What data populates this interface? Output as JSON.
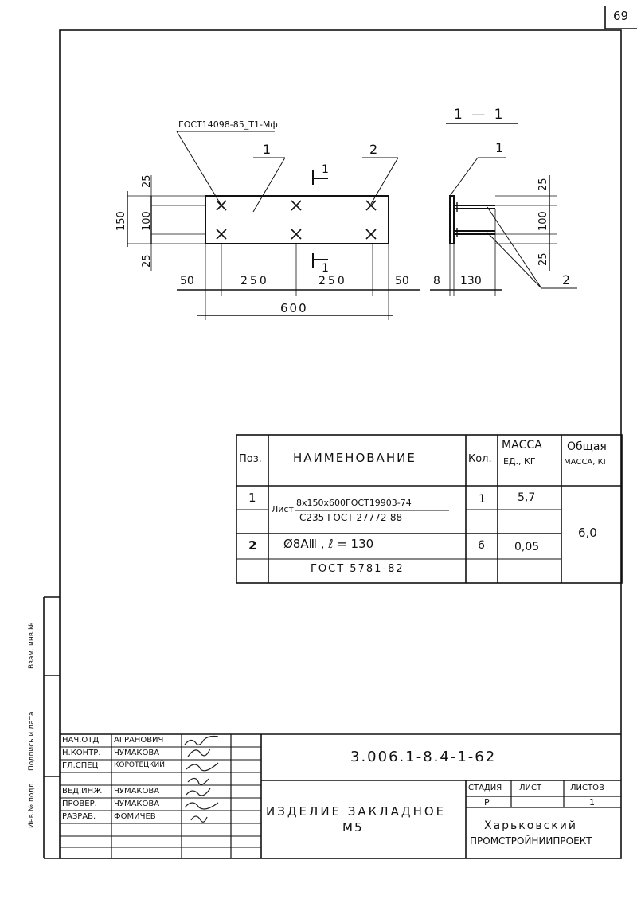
{
  "page_number": "69",
  "side_stamp": {
    "inv_podl": "Инв.№ подл.",
    "podpis_data": "Подпись и дата",
    "vzam_inv": "Взам. инв.№"
  },
  "drawing": {
    "main_view": {
      "leader_label": "ГОСТ14098-85_Т1-Мф",
      "pos_1": "1",
      "pos_2": "2",
      "section_mark_top": "1",
      "section_mark_bottom": "1",
      "dim_25_top": "25",
      "dim_100": "100",
      "dim_150": "150",
      "dim_25_bottom": "25",
      "dim_50_left": "50",
      "dim_250_a": "250",
      "dim_250_b": "250",
      "dim_50_right": "50",
      "dim_600": "600"
    },
    "section_view": {
      "title": "1 — 1",
      "pos_1": "1",
      "pos_2": "2",
      "dim_25_top": "25",
      "dim_100": "100",
      "dim_25_bottom": "25",
      "dim_8": "8",
      "dim_130": "130"
    }
  },
  "spec_table": {
    "headers": {
      "poz": "Поз.",
      "name": "Наименование",
      "kol": "Кол.",
      "mass_unit_1": "Масса",
      "mass_unit_2": "ед., кг",
      "mass_total_1": "Общая",
      "mass_total_2": "масса, кг"
    },
    "rows": [
      {
        "poz": "1",
        "name_prefix": "Лист",
        "name_top": "8х150х600ГОСТ19903-74",
        "name_bottom": "С235 ГОСТ 27772-88",
        "kol": "1",
        "mass": "5,7"
      },
      {
        "poz": "2",
        "name": "Ø8АⅢ , ℓ = 130",
        "name2": "ГОСТ 5781-82",
        "kol": "6",
        "mass": "0,05"
      }
    ],
    "total_mass": "6,0"
  },
  "title_block": {
    "doc_code": "3.006.1-8.4-1-62",
    "item_name_1": "Изделие закладное",
    "item_name_2": "М5",
    "stage_label": "Стадия",
    "sheet_label": "Лист",
    "sheets_label": "Листов",
    "stage_value": "Р",
    "sheet_value": "",
    "sheets_value": "1",
    "organization_1": "Харьковский",
    "organization_2": "Промстройниипроект",
    "roles": [
      {
        "role": "Нач.отд",
        "name": "Агранович"
      },
      {
        "role": "Н.контр.",
        "name": "Чумакова"
      },
      {
        "role": "Гл.спец",
        "name": "Коротецкий"
      },
      {
        "role": "Вед.инж",
        "name": "Чумакова"
      },
      {
        "role": "Провер.",
        "name": "Чумакова"
      },
      {
        "role": "Разраб.",
        "name": "Фомичев"
      }
    ]
  }
}
